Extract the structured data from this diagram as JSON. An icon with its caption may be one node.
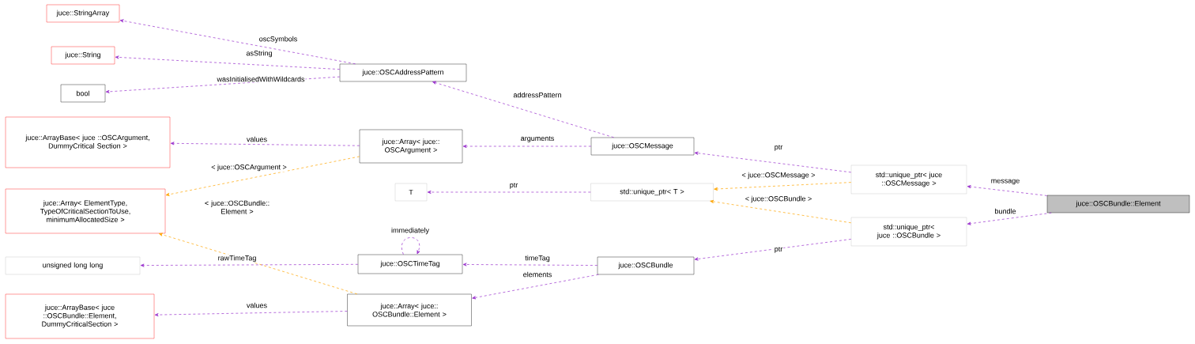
{
  "diagram": {
    "nodes": [
      {
        "text": [
          "juce::StringArray"
        ]
      },
      {
        "text": [
          "juce::String"
        ]
      },
      {
        "text": [
          "bool"
        ]
      },
      {
        "text": [
          "juce::OSCAddressPattern"
        ]
      },
      {
        "text": [
          "juce::ArrayBase< juce ::OSCArgument, DummyCritical Section >"
        ]
      },
      {
        "text": [
          "juce::Array< juce:: OSCArgument >"
        ]
      },
      {
        "text": [
          "juce::OSCMessage"
        ]
      },
      {
        "text": [
          "juce::Array< ElementType, TypeOfCriticalSectionToUse, minimumAllocatedSize >"
        ]
      },
      {
        "text": [
          "T"
        ]
      },
      {
        "text": [
          "std::unique_ptr< T >"
        ]
      },
      {
        "text": [
          "std::unique_ptr< juce ::OSCMessage >"
        ]
      },
      {
        "text": [
          "std::unique_ptr< juce ::OSCBundle >"
        ]
      },
      {
        "text": [
          "juce::OSCBundle::Element"
        ]
      },
      {
        "text": [
          "unsigned long long"
        ]
      },
      {
        "text": [
          "juce::OSCTimeTag"
        ]
      },
      {
        "text": [
          "juce::OSCBundle"
        ]
      },
      {
        "text": [
          "juce::ArrayBase< juce ::OSCBundle::Element, DummyCriticalSection >"
        ]
      },
      {
        "text": [
          "juce::Array< juce:: OSCBundle::Element >"
        ]
      }
    ],
    "edges": [
      {
        "from": 3,
        "to": 0,
        "arrow": "to",
        "label": "oscSymbols",
        "style": "dashed"
      },
      {
        "from": 3,
        "to": 1,
        "arrow": "to",
        "label": "asString",
        "style": "dashed"
      },
      {
        "from": 3,
        "to": 2,
        "arrow": "to",
        "label": "wasInitialisedWithWildcards",
        "style": "dashed"
      },
      {
        "from": 6,
        "to": 3,
        "arrow": "to",
        "label": "addressPattern",
        "style": "dashed"
      },
      {
        "from": 5,
        "to": 4,
        "arrow": "to",
        "label": "values",
        "style": "dashed"
      },
      {
        "from": 6,
        "to": 5,
        "arrow": "to",
        "label": "arguments",
        "style": "dashed"
      },
      {
        "from": 10,
        "to": 6,
        "arrow": "to",
        "label": "ptr",
        "style": "dashed"
      },
      {
        "from": 5,
        "to": 7,
        "arrow": "to",
        "label": "< juce::OSCArgument >",
        "style": "dashed",
        "color": "#ffa500"
      },
      {
        "from": 9,
        "to": 8,
        "arrow": "to",
        "label": "ptr",
        "style": "dashed"
      },
      {
        "from": 10,
        "to": 9,
        "arrow": "to",
        "label": "< juce::OSCMessage >",
        "style": "dashed",
        "color": "#ffa500"
      },
      {
        "from": 11,
        "to": 9,
        "arrow": "to",
        "label": "< juce::OSCBundle >",
        "style": "dashed",
        "color": "#ffa500"
      },
      {
        "from": 12,
        "to": 10,
        "arrow": "to",
        "label": "message",
        "style": "dashed"
      },
      {
        "from": 12,
        "to": 11,
        "arrow": "to",
        "label": "bundle",
        "style": "dashed"
      },
      {
        "from": 14,
        "to": 13,
        "arrow": "to",
        "label": "rawTimeTag",
        "style": "dashed"
      },
      {
        "from": 14,
        "to": 14,
        "arrow": "to",
        "label": "immediately",
        "style": "dashed"
      },
      {
        "from": 15,
        "to": 14,
        "arrow": "to",
        "label": "timeTag",
        "style": "dashed"
      },
      {
        "from": 11,
        "to": 15,
        "arrow": "to",
        "label": "ptr",
        "style": "dashed"
      },
      {
        "from": 17,
        "to": 7,
        "arrow": "to",
        "label": "< juce::OSCBundle:: Element >",
        "style": "dashed",
        "color": "#ffa500"
      },
      {
        "from": 17,
        "to": 16,
        "arrow": "to",
        "label": "values",
        "style": "dashed"
      },
      {
        "from": 15,
        "to": 17,
        "arrow": "to",
        "label": "elements",
        "style": "dashed"
      }
    ]
  }
}
